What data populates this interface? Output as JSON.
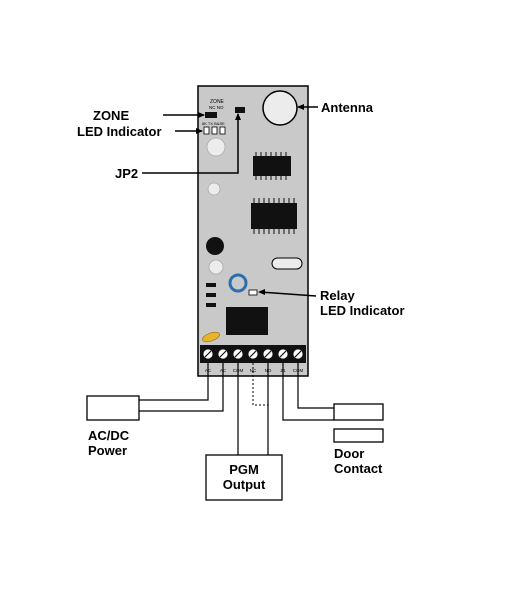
{
  "labels": {
    "zone": "ZONE",
    "led_indicator": "LED Indicator",
    "jp2": "JP2",
    "antenna": "Antenna",
    "relay_line1": "Relay",
    "relay_line2": "LED Indicator",
    "power_line1": "AC/DC",
    "power_line2": "Power",
    "pgm_line1": "PGM",
    "pgm_line2": "Output",
    "door_line1": "Door",
    "door_line2": "Contact"
  },
  "board": {
    "zone_silk_line1": "ZONE",
    "zone_silk_line2": "NC NO",
    "led_silk": "8K TX B&SE",
    "terminals": [
      "AC",
      "AC",
      "COM",
      "NC",
      "NO",
      "Z1",
      "COM"
    ]
  },
  "colors": {
    "board": "#c9c9c9",
    "relay_ring": "#2a6fb0",
    "capacitor": "#e8b52a",
    "outline": "#000000"
  }
}
